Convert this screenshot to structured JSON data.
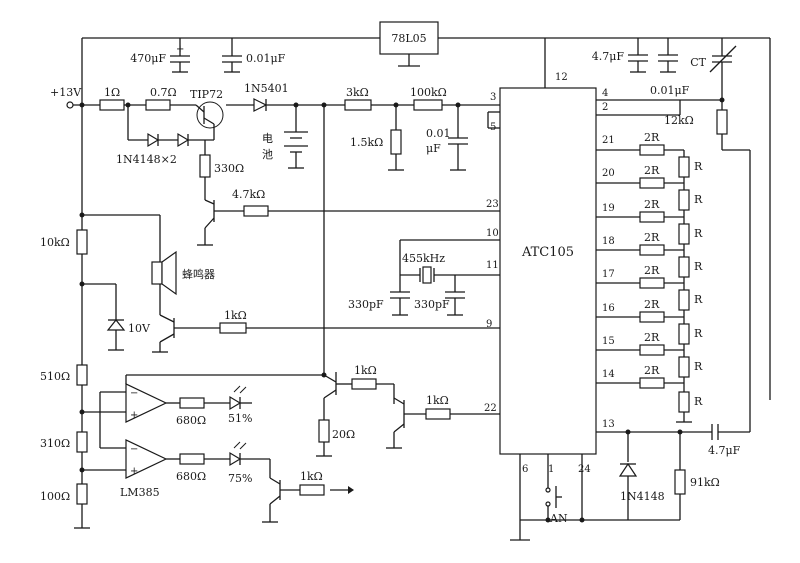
{
  "regulator": "78L05",
  "ic_main": "ATC105",
  "opamp": "LM385",
  "supply": "+13V",
  "labels": {
    "c470": "470μF",
    "c001a": "0.01μF",
    "r1ohm": "1Ω",
    "r07": "0.7Ω",
    "tip72": "TIP72",
    "d5401": "1N5401",
    "r3k": "3kΩ",
    "r100k": "100kΩ",
    "r15k": "1.5kΩ",
    "c001b_top": "0.01",
    "c001b_bot": "μF",
    "battery_1": "电",
    "battery_2": "池",
    "d4148x2": "1N4148×2",
    "r330": "330Ω",
    "r47k": "4.7kΩ",
    "c47a": "4.7μF",
    "ct": "CT",
    "c001c": "0.01μF",
    "r12k": "12kΩ",
    "r10k": "10kΩ",
    "buzzer": "蜂鸣器",
    "zener10": "10V",
    "xtal": "455kHz",
    "c330a": "330pF",
    "c330b": "330pF",
    "r1k_a": "1kΩ",
    "r510": "510Ω",
    "r680a": "680Ω",
    "pct51": "51%",
    "r1k_b": "1kΩ",
    "r1k_c": "1kΩ",
    "r20": "20Ω",
    "r310": "310Ω",
    "r680b": "680Ω",
    "pct75": "75%",
    "r100": "100Ω",
    "r1k_d": "1kΩ",
    "d4148": "1N4148",
    "r91k": "91kΩ",
    "c47b": "4.7μF",
    "an": "AN",
    "r2r": "2R",
    "rr": "R"
  },
  "pins": {
    "p12": "12",
    "p2": "2",
    "p3": "3",
    "p4": "4",
    "p5": "5",
    "p21": "21",
    "p20": "20",
    "p19": "19",
    "p18": "18",
    "p17": "17",
    "p16": "16",
    "p15": "15",
    "p14": "14",
    "p13": "13",
    "p23": "23",
    "p10": "10",
    "p11": "11",
    "p9": "9",
    "p22": "22",
    "p6": "6",
    "p1": "1",
    "p24": "24"
  }
}
